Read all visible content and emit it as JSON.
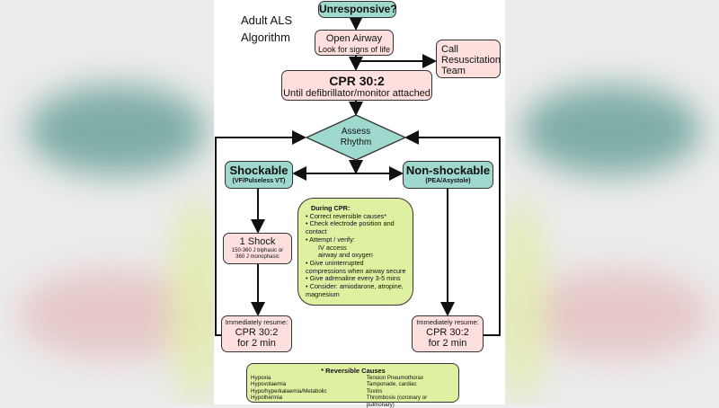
{
  "title": [
    "Adult ALS",
    "Algorithm"
  ],
  "unresponsive": "Unresponsive?",
  "open_airway": {
    "title": "Open Airway",
    "sub": "Look for signs of life"
  },
  "call_team": [
    "Call",
    "Resuscitation",
    "Team"
  ],
  "cpr": {
    "title": "CPR 30:2",
    "sub": "Until defibrillator/monitor attached"
  },
  "assess": [
    "Assess",
    "Rhythm"
  ],
  "shockable": {
    "title": "Shockable",
    "sub": "(VF/Pulseless VT)"
  },
  "nonshockable": {
    "title": "Non-shockable",
    "sub": "(PEA/Asystole)"
  },
  "shock": {
    "title": "1 Shock",
    "sub1": "150-360 J biphasic or",
    "sub2": "360 J monophasic"
  },
  "resume": {
    "line1": "Immediately resume:",
    "line2": "CPR 30:2",
    "line3": "for 2 min"
  },
  "during_cpr": {
    "heading": "During CPR:",
    "items": [
      "• Correct reversible causes*",
      "• Check electrode position and",
      "contact",
      "• Attempt / verify:",
      "IV access",
      "airway and oxygen",
      "• Give uninterrupted",
      "compressions when airway secure",
      "• Give adrenaline every 3-5 mins",
      "• Consider: amiodarone, atropine,",
      "magnesium"
    ]
  },
  "reversible": {
    "heading": "* Reversible Causes",
    "left": [
      "Hypoxia",
      "Hypovolaemia",
      "Hypo/hyperkalaemia/Metabolic",
      "Hypothermia"
    ],
    "right": [
      "Tension Pneumothorax",
      "Tamponade, cardiac",
      "Toxins",
      "Thrombosis (coronary or pulmonary)"
    ]
  },
  "colors": {
    "teal": "#9fd8cc",
    "pink": "#fde0de",
    "green": "#dff0a0"
  }
}
